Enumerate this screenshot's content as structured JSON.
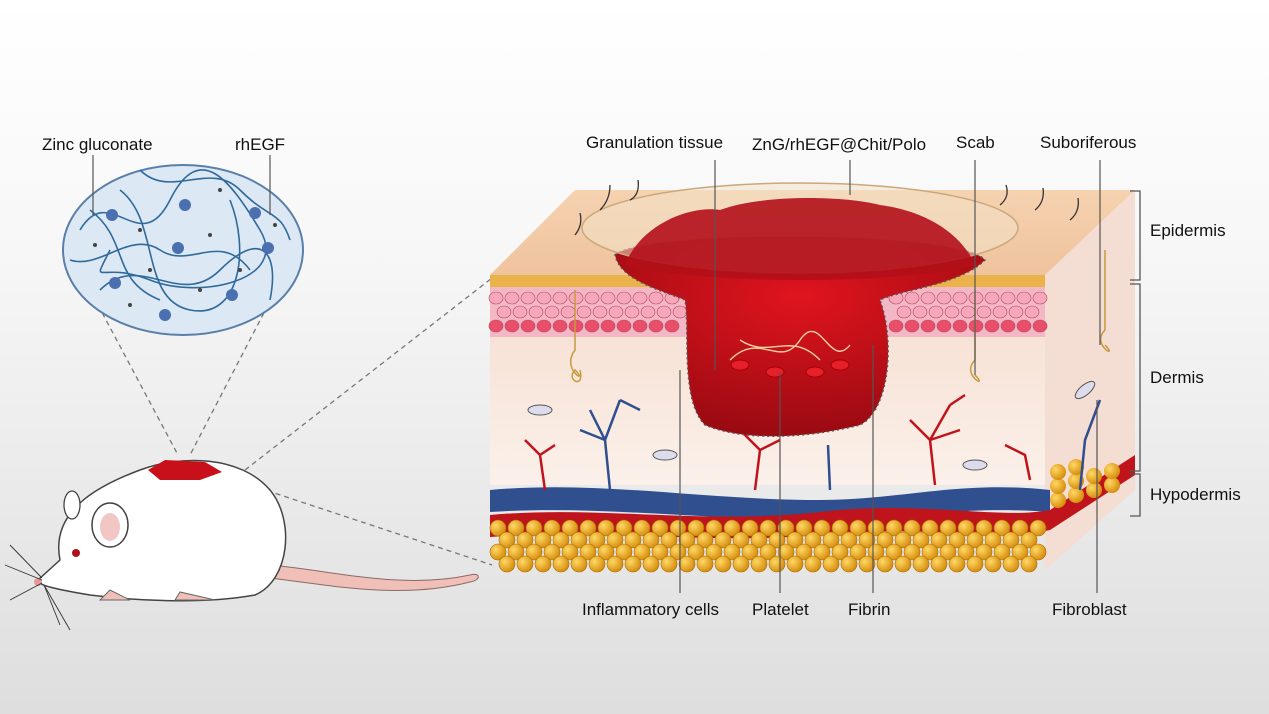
{
  "labels": {
    "zinc_gluconate": "Zinc gluconate",
    "rhegf": "rhEGF",
    "granulation_tissue": "Granulation tissue",
    "hydrogel": "ZnG/rhEGF@Chit/Polo",
    "scab": "Scab",
    "suboriferous": "Suboriferous",
    "epidermis": "Epidermis",
    "dermis": "Dermis",
    "hypodermis": "Hypodermis",
    "inflammatory_cells": "Inflammatory cells",
    "platelet": "Platelet",
    "fibrin": "Fibrin",
    "fibroblast": "Fibroblast"
  },
  "colors": {
    "wound_red": "#c8101a",
    "epidermis_pink": "#f2b8c6",
    "dermis_cream": "#f8e6dc",
    "vein_blue": "#2f4f8f",
    "artery_red": "#c0141c",
    "fat_yellow": "#e8a514",
    "gel_blue": "#dde8f5"
  }
}
